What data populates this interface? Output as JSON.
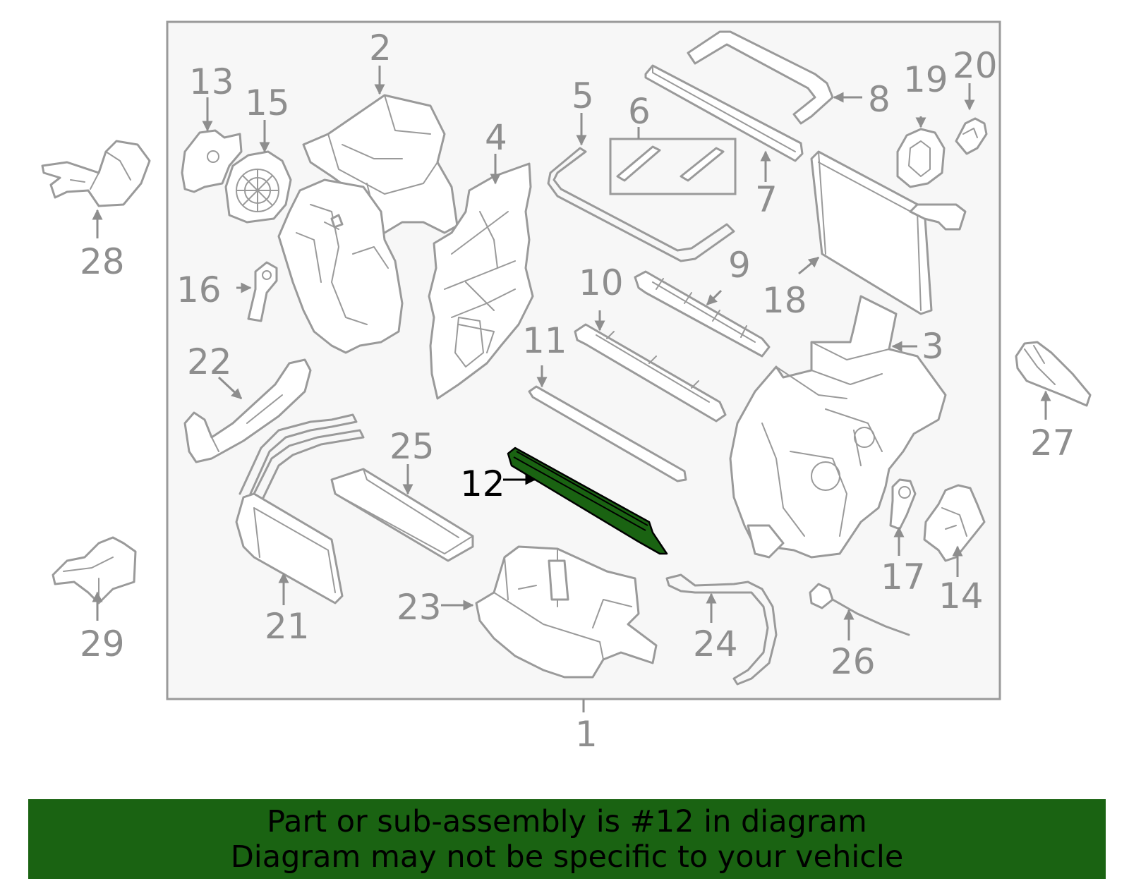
{
  "highlight": {
    "part": "12",
    "fill_color": "#1a6312",
    "banner_color": "#1a6312"
  },
  "labels": {
    "l1": "1",
    "l2": "2",
    "l3": "3",
    "l4": "4",
    "l5": "5",
    "l6": "6",
    "l7": "7",
    "l8": "8",
    "l9": "9",
    "l10": "10",
    "l11": "11",
    "l12": "12",
    "l13": "13",
    "l14": "14",
    "l15": "15",
    "l16": "16",
    "l17": "17",
    "l18": "18",
    "l19": "19",
    "l20": "20",
    "l21": "21",
    "l22": "22",
    "l23": "23",
    "l24": "24",
    "l25": "25",
    "l26": "26",
    "l27": "27",
    "l28": "28",
    "l29": "29"
  },
  "banner": {
    "line1": "Part or sub-assembly is #12 in diagram",
    "line2": "Diagram may not be specific to your vehicle"
  }
}
